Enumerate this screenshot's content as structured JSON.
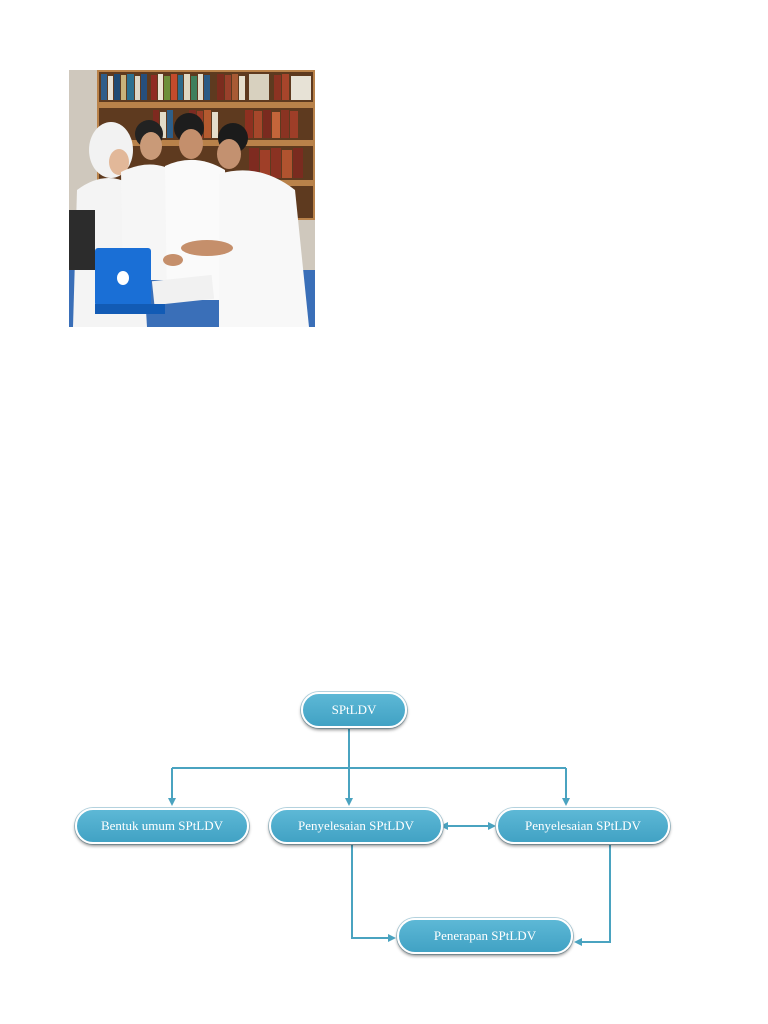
{
  "photo": {
    "subject": "students-studying-with-laptop-in-library"
  },
  "diagram": {
    "colors": {
      "node_fill": "#4aaccd",
      "arrow": "#4aa3c0"
    },
    "nodes": {
      "root": "SPtLDV",
      "bentuk_umum": "Bentuk umum SPtLDV",
      "penyelesaian_1": "Penyelesaian SPtLDV",
      "penyelesaian_2": "Penyelesaian SPtLDV",
      "penerapan": "Penerapan SPtLDV"
    }
  }
}
